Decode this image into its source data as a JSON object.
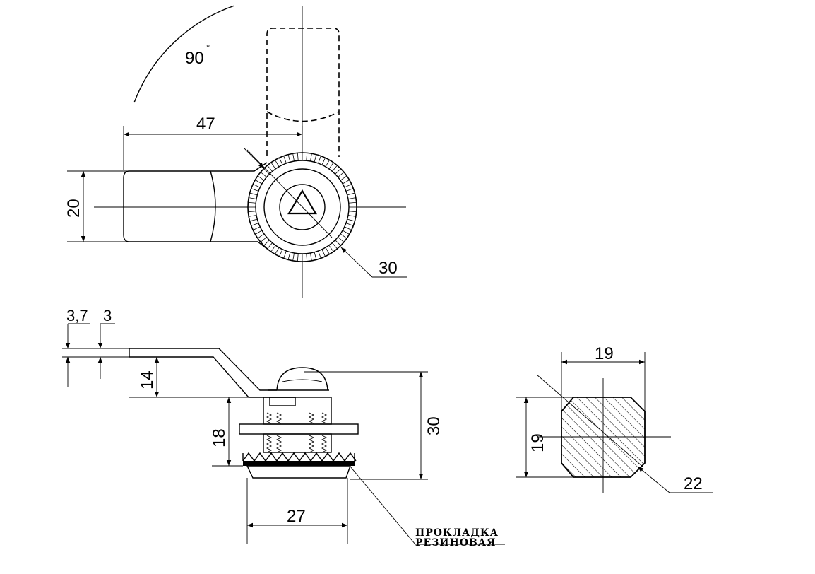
{
  "labels": {
    "angle": "90",
    "angle_unit": "°",
    "handle_length": "47",
    "handle_width": "20",
    "head_diameter": "30",
    "offset_a": "3,7",
    "offset_b": "3",
    "cam_drop": "14",
    "thread_length": "18",
    "total_height": "30",
    "body_diameter": "27",
    "square_width": "19",
    "square_height": "19",
    "square_diagonal": "22"
  },
  "note": {
    "line1": "ПРОКЛАДКА",
    "line2": "РЕЗИНОВАЯ"
  }
}
